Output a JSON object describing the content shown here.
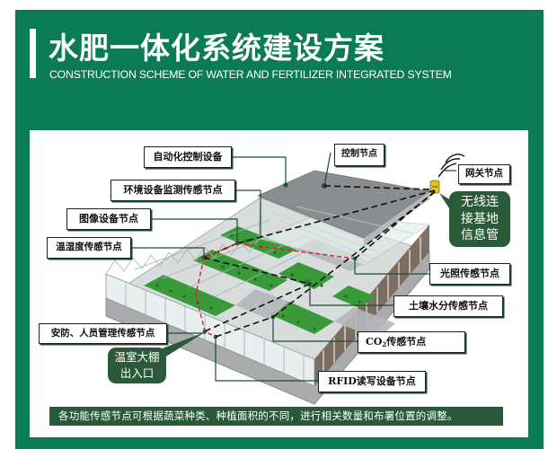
{
  "header": {
    "title_cn": "水肥一体化系统建设方案",
    "title_en": "CONSTRUCTION SCHEME OF WATER AND FERTILIZER INTEGRATED SYSTEM"
  },
  "labels": {
    "automation_control": "自动化控制设备",
    "control_node": "控制节点",
    "gateway_node": "网关节点",
    "env_monitor_node": "环境设备监测传感节点",
    "image_node": "图像设备节点",
    "temp_humidity_node": "温湿度传感节点",
    "security_node": "安防、人员管理传感节点",
    "light_node": "光照传感节点",
    "soil_moisture_node": "土壤水分传感节点",
    "co2_prefix": "CO",
    "co2_sub": "2",
    "co2_suffix": "传感节点",
    "rfid_node": "RFID读写设备节点"
  },
  "callouts": {
    "wireless": [
      "无线连",
      "接基地",
      "信息管"
    ],
    "entrance": [
      "温室大棚",
      "出入口"
    ]
  },
  "note": "各功能传感节点可根据蔬菜种类、种植面积的不同，进行相关数量和布署位置的调整。",
  "colors": {
    "frame_green": "#0b7b56",
    "callout_green": "#2b5a3a",
    "plant_green": "#3a9a3a",
    "roof_gray": "#8a8d8f",
    "wireless_link": "#111111",
    "wired_link": "#e02020"
  }
}
